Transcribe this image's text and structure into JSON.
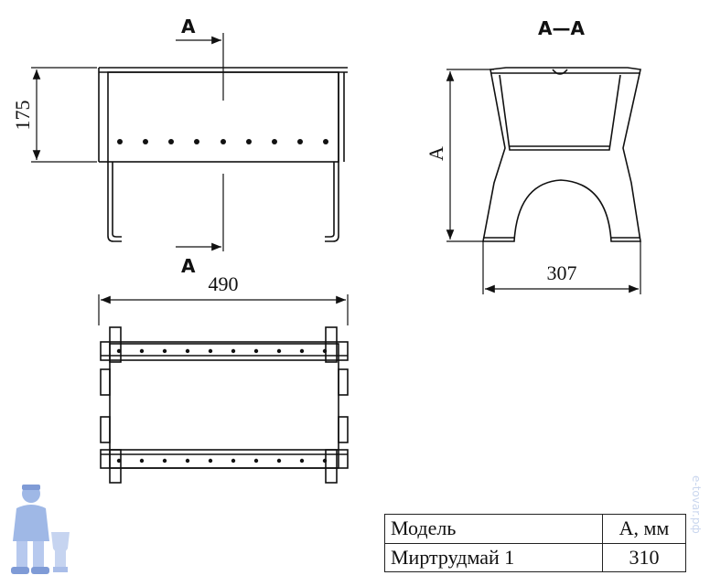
{
  "views": {
    "front": {
      "section_mark_top": "A",
      "section_mark_bottom": "A",
      "height_dim": "175"
    },
    "section": {
      "title": "A—A",
      "height_dim": "A",
      "width_dim": "307"
    },
    "top": {
      "length_dim": "490"
    }
  },
  "spec_table": {
    "headers": [
      "Модель",
      "A, мм"
    ],
    "rows": [
      [
        "Миртрудмай 1",
        "310"
      ]
    ]
  },
  "watermark_text": "e-tovar.рф",
  "colors": {
    "line": "#111111",
    "mascot": "#9fb8e6"
  }
}
